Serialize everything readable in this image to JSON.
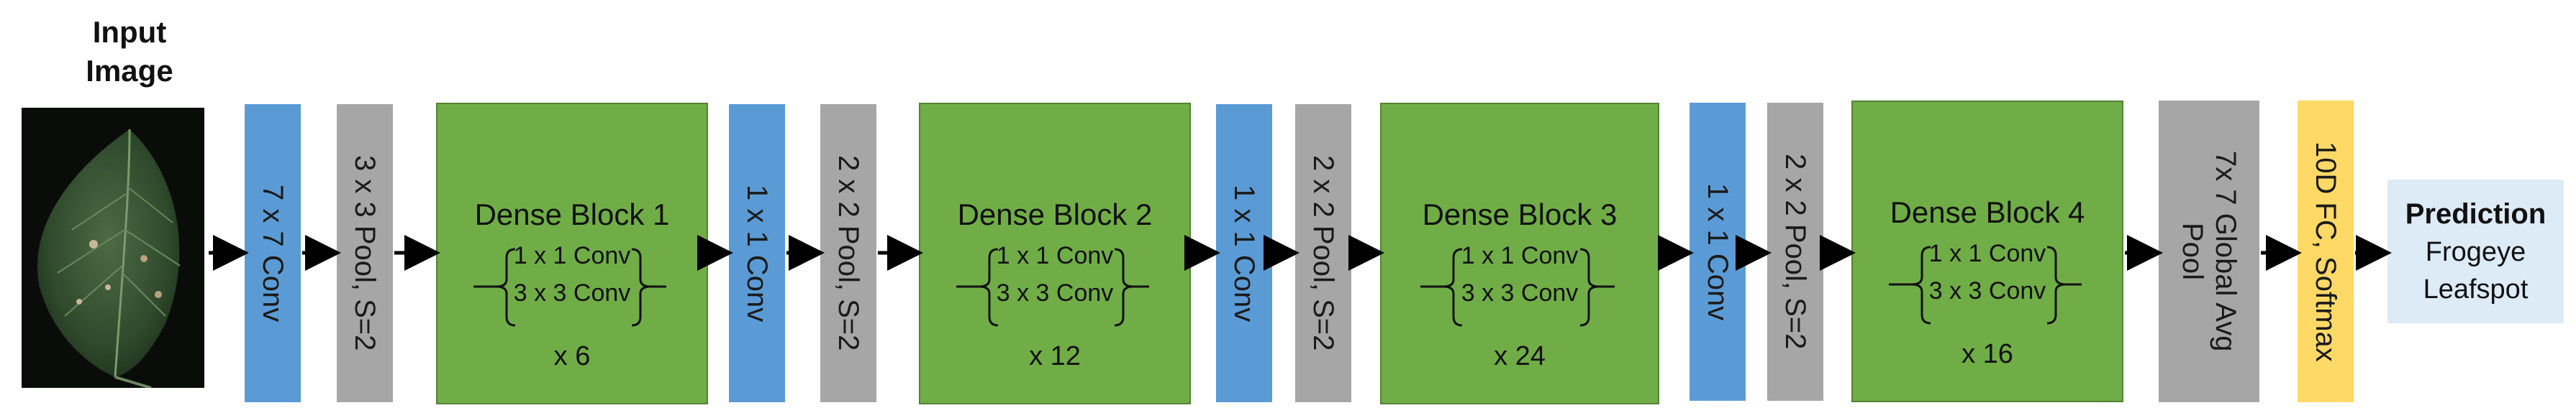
{
  "input": {
    "title_line1": "Input",
    "title_line2": "Image"
  },
  "layers": {
    "conv7": "7 x 7 Conv",
    "pool3": "3 x 3 Pool, S=2",
    "trans1_conv": "1 x 1 Conv",
    "trans1_pool": "2 x 2 Pool, S=2",
    "trans2_conv": "1 x 1 Conv",
    "trans2_pool": "2 x 2 Pool, S=2",
    "trans3_conv": "1 x 1 Conv",
    "trans3_pool": "2 x 2 Pool, S=2",
    "global_pool_line1": "7x 7 Global Avg",
    "global_pool_line2": "Pool",
    "fc": "10D FC, Softmax"
  },
  "dense_blocks": [
    {
      "title": "Dense Block 1",
      "line1": "1 x 1 Conv",
      "line2": "3 x 3 Conv",
      "mult": "x 6"
    },
    {
      "title": "Dense Block 2",
      "line1": "1 x 1 Conv",
      "line2": "3 x 3 Conv",
      "mult": "x 12"
    },
    {
      "title": "Dense Block 3",
      "line1": "1 x 1 Conv",
      "line2": "3 x 3 Conv",
      "mult": "x 24"
    },
    {
      "title": "Dense Block 4",
      "line1": "1 x 1 Conv",
      "line2": "3 x 3 Conv",
      "mult": "x 16"
    }
  ],
  "prediction": {
    "title": "Prediction",
    "line1": "Frogeye",
    "line2": "Leafspot"
  },
  "colors": {
    "conv_blue": "#5b9bd5",
    "pool_gray": "#a6a6a6",
    "dense_green": "#70ad47",
    "fc_yellow": "#ffd966",
    "prediction_bg": "#ddebf7"
  }
}
